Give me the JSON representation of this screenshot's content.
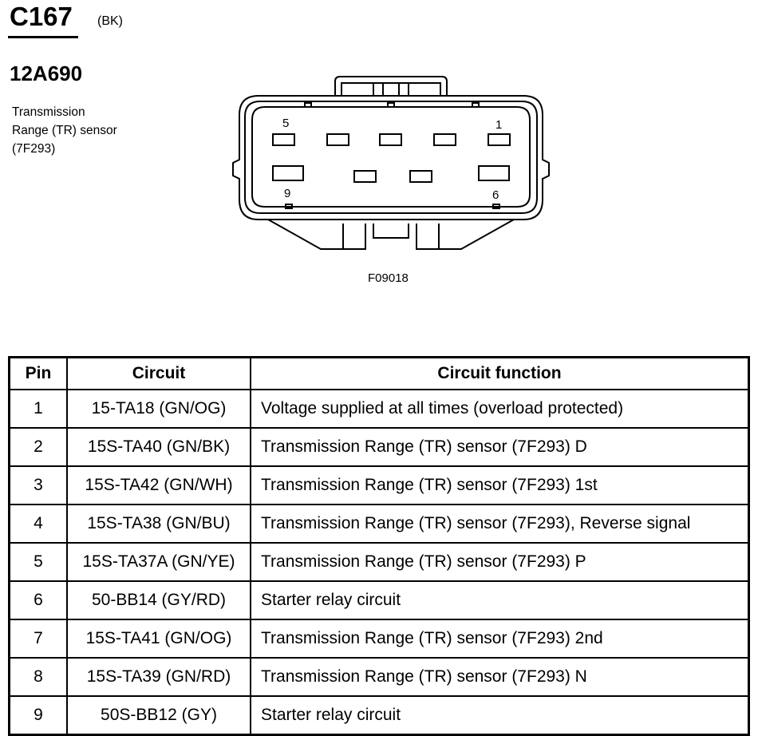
{
  "header": {
    "connector_id": "C167",
    "connector_color": "(BK)",
    "part_number": "12A690",
    "description_lines": [
      "Transmission",
      "Range (TR) sensor",
      "(7F293)"
    ]
  },
  "diagram": {
    "pin_labels": {
      "top_left": "5",
      "top_right": "1",
      "bottom_left": "9",
      "bottom_right": "6"
    },
    "figure_code": "F09018"
  },
  "table": {
    "headers": {
      "pin": "Pin",
      "circuit": "Circuit",
      "function": "Circuit function"
    },
    "rows": [
      {
        "pin": "1",
        "circuit": "15-TA18 (GN/OG)",
        "function": "Voltage supplied at all times (overload protected)"
      },
      {
        "pin": "2",
        "circuit": "15S-TA40 (GN/BK)",
        "function": "Transmission Range (TR) sensor (7F293) D"
      },
      {
        "pin": "3",
        "circuit": "15S-TA42 (GN/WH)",
        "function": "Transmission Range (TR) sensor (7F293) 1st"
      },
      {
        "pin": "4",
        "circuit": "15S-TA38 (GN/BU)",
        "function": "Transmission Range (TR) sensor (7F293), Reverse signal"
      },
      {
        "pin": "5",
        "circuit": "15S-TA37A (GN/YE)",
        "function": "Transmission Range (TR) sensor (7F293) P"
      },
      {
        "pin": "6",
        "circuit": "50-BB14 (GY/RD)",
        "function": "Starter relay circuit"
      },
      {
        "pin": "7",
        "circuit": "15S-TA41 (GN/OG)",
        "function": "Transmission Range (TR) sensor (7F293) 2nd"
      },
      {
        "pin": "8",
        "circuit": "15S-TA39 (GN/RD)",
        "function": "Transmission Range (TR) sensor (7F293) N"
      },
      {
        "pin": "9",
        "circuit": "50S-BB12 (GY)",
        "function": "Starter relay circuit"
      }
    ]
  }
}
